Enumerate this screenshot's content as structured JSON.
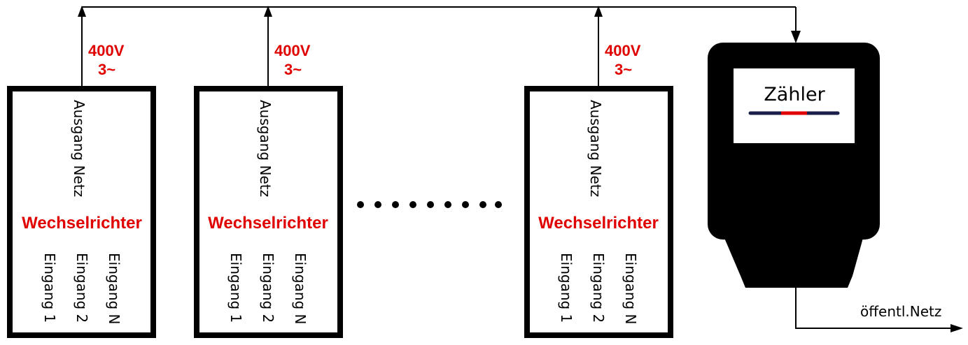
{
  "diagram": {
    "inverters": [
      {
        "title": "Wechselrichter",
        "output_label": "Ausgang Netz",
        "voltage": "400V",
        "phase": "3~",
        "inputs": [
          "Eingang 1",
          "Eingang 2",
          "Eingang N"
        ]
      },
      {
        "title": "Wechselrichter",
        "output_label": "Ausgang Netz",
        "voltage": "400V",
        "phase": "3~",
        "inputs": [
          "Eingang 1",
          "Eingang 2",
          "Eingang N"
        ]
      },
      {
        "title": "Wechselrichter",
        "output_label": "Ausgang Netz",
        "voltage": "400V",
        "phase": "3~",
        "inputs": [
          "Eingang 1",
          "Eingang 2",
          "Eingang N"
        ]
      }
    ],
    "meter": {
      "label": "Zähler"
    },
    "grid_label": "öffentl.Netz",
    "colors": {
      "accent_red": "#e00000",
      "meter_body": "#000000",
      "meter_bar": "#1a1f4a"
    }
  }
}
